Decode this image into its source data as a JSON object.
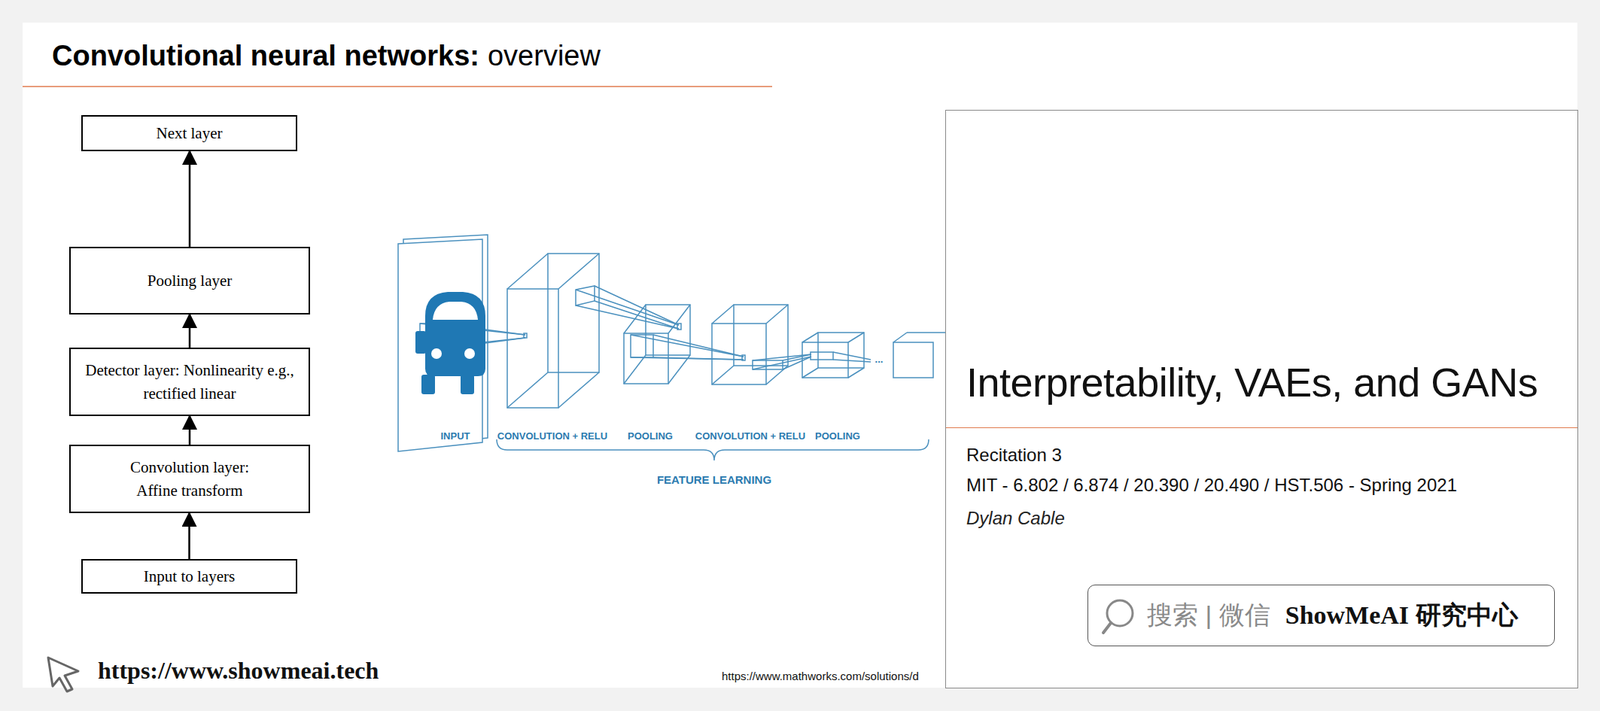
{
  "diagram": {
    "title": "Convolutional neural networks:",
    "nodes": [
      {
        "text": [
          "Next layer"
        ]
      },
      {
        "text": [
          "Pooling layer"
        ]
      },
      {
        "text": [
          "Detector layer: Nonlinearity e.g., rectified linear"
        ]
      },
      {
        "text": [
          "Convolution layer: Affine transform"
        ]
      },
      {
        "text": [
          "Input to layers"
        ]
      },
      {
        "text": [
          "Interpretability, VAEs, and GANs",
          "Recitation 3",
          "MIT - 6.802 / 6.874 / 20.390 / 20.490 / HST.506 - Spring 2021",
          "Dylan Cable"
        ]
      },
      {
        "text": [
          "搜索 | 微信",
          "ShowMeAI 研究中心"
        ],
        "in": 5
      }
    ],
    "edges": [
      {
        "from": 4,
        "to": 3,
        "arrow": "to"
      },
      {
        "from": 3,
        "to": 2,
        "arrow": "to"
      },
      {
        "from": 2,
        "to": 1,
        "arrow": "to"
      },
      {
        "from": 1,
        "to": 0,
        "arrow": "to"
      }
    ],
    "labels": [
      "overview",
      "INPUT",
      "CONVOLUTION + RELU",
      "POOLING",
      "CONVOLUTION + RELU",
      "POOLING",
      "...",
      "FEATURE LEARNING",
      "https://www.mathworks.com/solutions/d",
      "https://www.showmeai.tech"
    ]
  }
}
